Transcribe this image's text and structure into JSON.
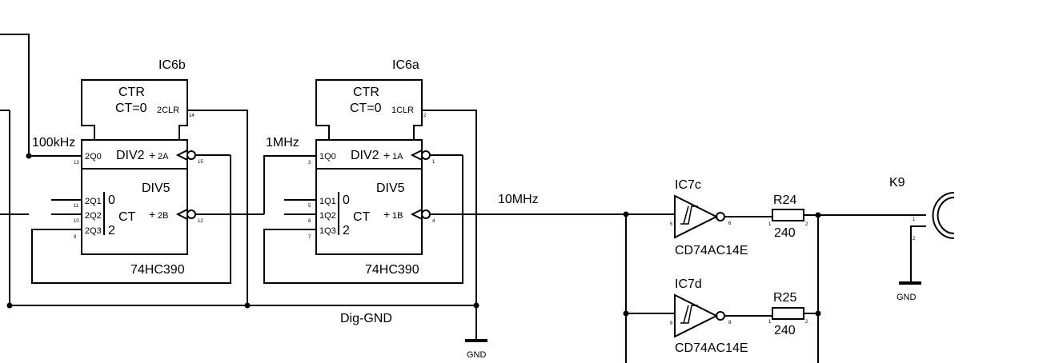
{
  "ic6b": {
    "ref": "IC6b",
    "part": "74HC390",
    "ctr": "CTR",
    "ct0": "CT=0",
    "clr": "2CLR",
    "div2": "DIV2",
    "div5": "DIV5",
    "plus1": "+",
    "clk_a": "2A",
    "plus2": "+",
    "clk_b": "2B",
    "q0": "2Q0",
    "q1": "2Q1",
    "q2": "2Q2",
    "q3": "2Q3",
    "ct": "CT",
    "n0": "0",
    "n2": "2",
    "pins": {
      "clr": "14",
      "a": "15",
      "q0": "13",
      "q1": "11",
      "q2": "10",
      "q3": "9",
      "b": "12"
    }
  },
  "ic6a": {
    "ref": "IC6a",
    "part": "74HC390",
    "ctr": "CTR",
    "ct0": "CT=0",
    "clr": "1CLR",
    "div2": "DIV2",
    "div5": "DIV5",
    "plus1": "+",
    "clk_a": "1A",
    "plus2": "+",
    "clk_b": "1B",
    "q0": "1Q0",
    "q1": "1Q1",
    "q2": "1Q2",
    "q3": "1Q3",
    "ct": "CT",
    "n0": "0",
    "n2": "2",
    "pins": {
      "clr": "2",
      "a": "1",
      "q0": "3",
      "q1": "5",
      "q2": "6",
      "q3": "7",
      "b": "4"
    }
  },
  "ic7c": {
    "ref": "IC7c",
    "part": "CD74AC14E",
    "pin_in": "5",
    "pin_out": "6"
  },
  "ic7d": {
    "ref": "IC7d",
    "part": "CD74AC14E",
    "pin_in": "9",
    "pin_out": "8"
  },
  "r24": {
    "ref": "R24",
    "value": "240",
    "pin1": "1",
    "pin2": "2"
  },
  "r25": {
    "ref": "R25",
    "value": "240",
    "pin1": "1",
    "pin2": "2"
  },
  "k9": {
    "ref": "K9",
    "pin1": "1",
    "pin2": "2",
    "gnd": "GND"
  },
  "nets": {
    "f100k": "100kHz",
    "f1m": "1MHz",
    "f10m": "10MHz",
    "diggnd": "Dig-GND",
    "gnd": "GND"
  }
}
